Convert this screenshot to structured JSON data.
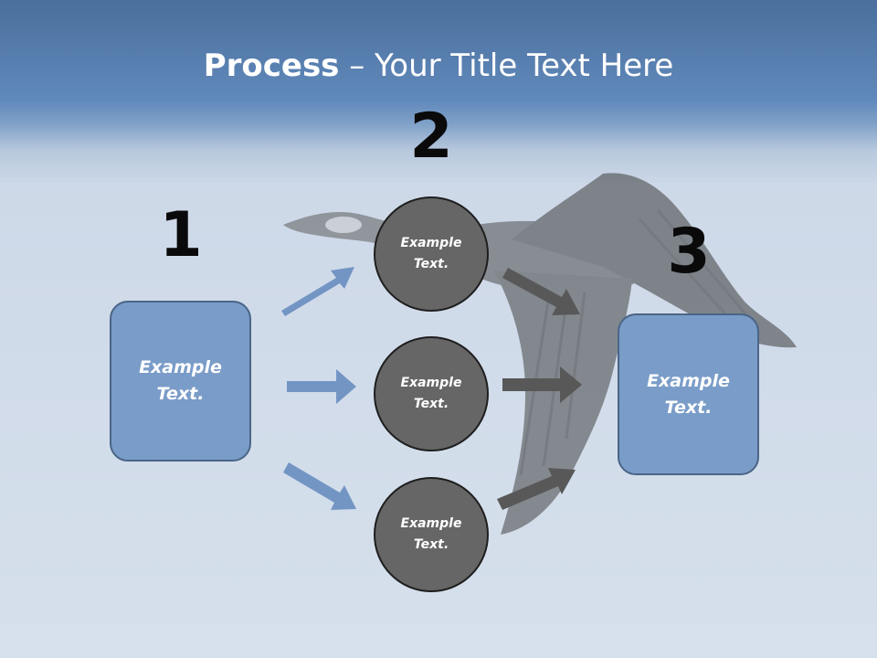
{
  "slide": {
    "title_bold": "Process",
    "title_rest": " – Your Title Text Here"
  },
  "steps": [
    {
      "number": "1",
      "text": "Example Text."
    },
    {
      "number": "2",
      "circles": [
        "Example Text.",
        "Example Text.",
        "Example Text."
      ]
    },
    {
      "number": "3",
      "text": "Example Text."
    }
  ],
  "colors": {
    "box_fill": "#7a9cc8",
    "circle_fill": "#666666",
    "blue_arrow": "#7395c4",
    "gray_arrow": "#585858"
  }
}
